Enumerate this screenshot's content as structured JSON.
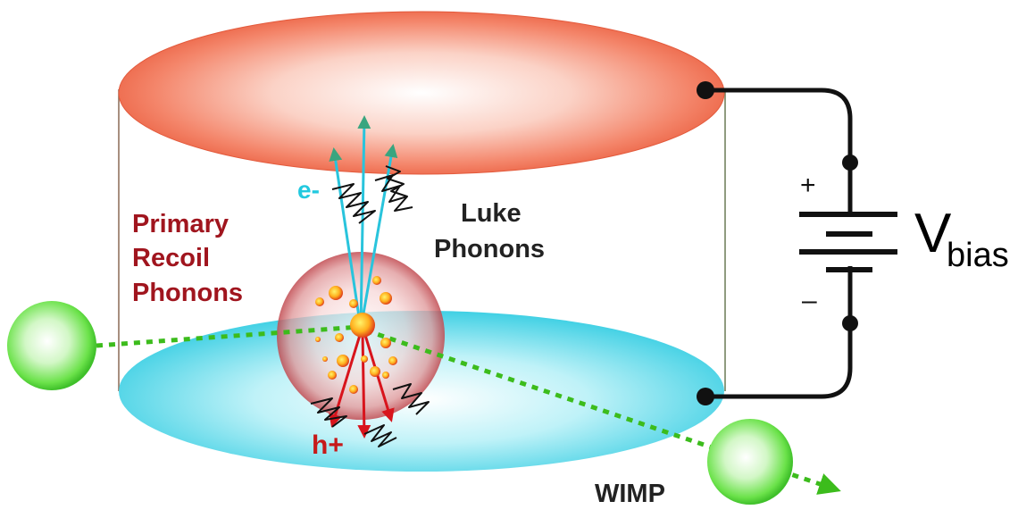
{
  "labels": {
    "primary_recoil_phonons": [
      "Primary",
      "Recoil",
      "Phonons"
    ],
    "luke_phonons": [
      "Luke",
      "Phonons"
    ],
    "electron": "e-",
    "hole": "h+",
    "wimp": "WIMP",
    "plus_sign": "+",
    "minus_sign": "–",
    "vbias_main": "V",
    "vbias_sub": "bias"
  },
  "colors": {
    "top_electrode": "#f2694a",
    "bottom_electrode": "#49d5e6",
    "electron_tracks": "#29c4dc",
    "hole_tracks": "#d8141c",
    "wimp": "#5fe042",
    "wimp_path": "#3cbc1c",
    "interaction_sphere": "#c8474c",
    "circuit": "#111111"
  },
  "icons": {
    "wimp_particle": "green-sphere-icon",
    "battery": "battery-symbol-icon",
    "phonon": "zigzag-phonon-icon"
  }
}
